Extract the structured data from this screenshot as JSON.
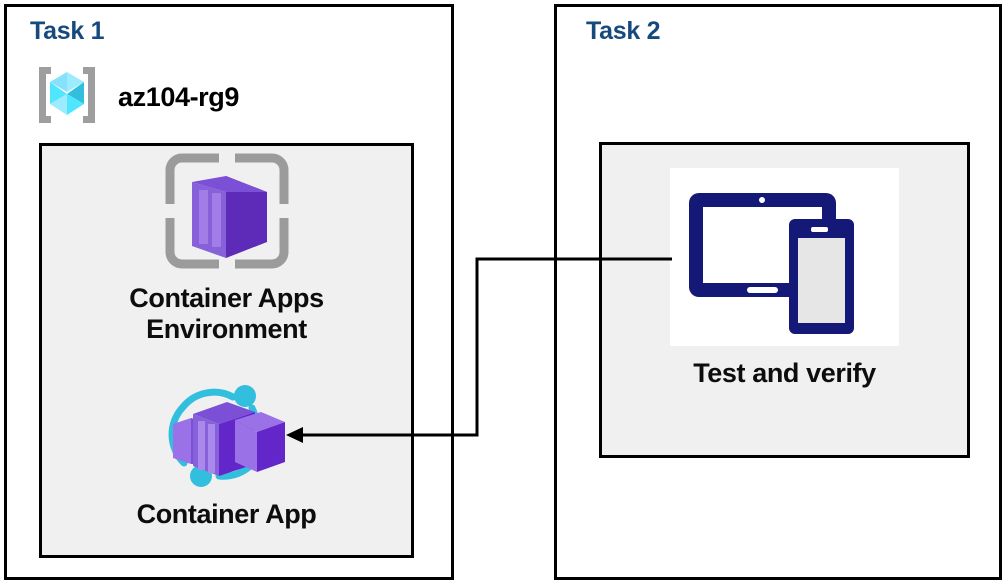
{
  "diagram": {
    "title_color": "#174A7C",
    "panel_bg": "#f0f0f0",
    "border_color": "#000000"
  },
  "task1": {
    "title": "Task 1",
    "resource_group": {
      "icon": "resource-group-icon",
      "name": "az104-rg9"
    },
    "items": [
      {
        "icon": "container-apps-environment-icon",
        "label": "Container Apps\nEnvironment",
        "accent": "#7719AA"
      },
      {
        "icon": "container-app-icon",
        "label": "Container App",
        "accent": "#32BEDD"
      }
    ]
  },
  "task2": {
    "title": "Task 2",
    "items": [
      {
        "icon": "test-and-verify-devices-icon",
        "label": "Test and verify",
        "accent": "#141877"
      }
    ]
  },
  "connector": {
    "name": "test-to-container-app-arrow",
    "from": "test-and-verify-devices-icon",
    "to": "container-app-icon",
    "stroke": "#000000",
    "arrowhead": "left"
  }
}
